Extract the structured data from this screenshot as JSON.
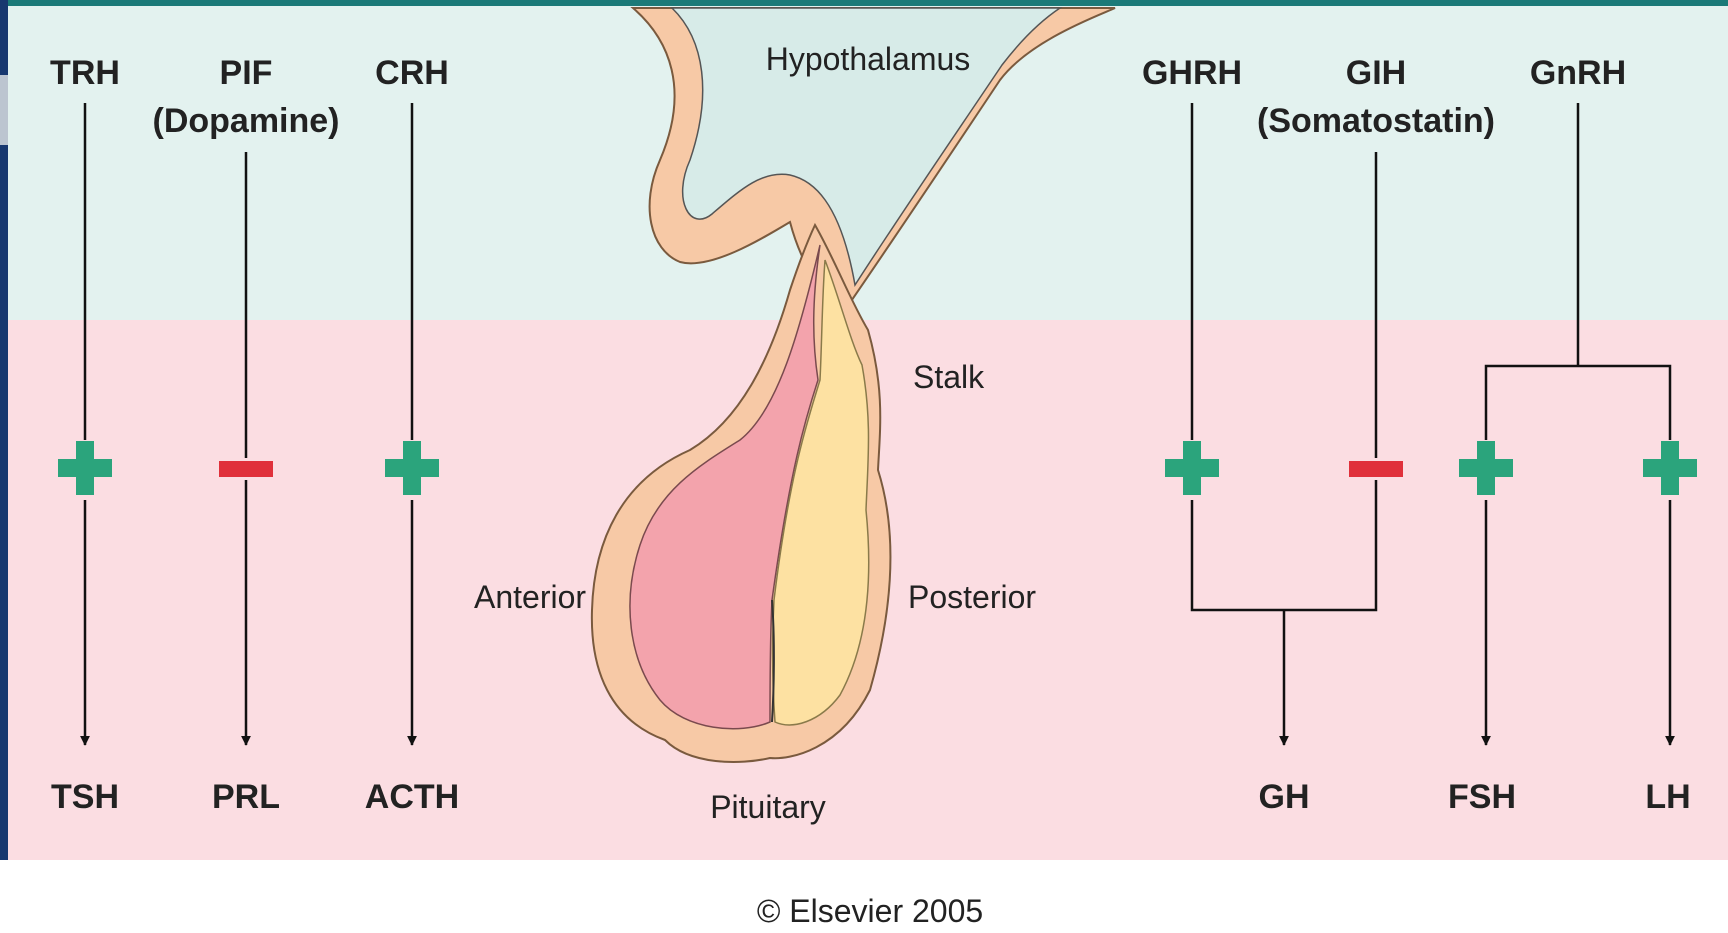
{
  "colors": {
    "hypothalamus_region": "#e3f2ef",
    "pituitary_region": "#fbdde2",
    "stimulate": "#2ba47c",
    "inhibit": "#e0303b",
    "border_left": "#17386f",
    "border_top": "#1b7a78",
    "anterior_lobe": "#f3a3ac",
    "posterior_lobe": "#fde1a2",
    "tissue": "#f7c9a6"
  },
  "regions": {
    "hypothalamus": "Hypothalamus",
    "stalk": "Stalk",
    "anterior": "Anterior",
    "posterior": "Posterior",
    "pituitary": "Pituitary"
  },
  "hormones": {
    "trh": "TRH",
    "pif": "PIF",
    "pif_note": "(Dopamine)",
    "crh": "CRH",
    "ghrh": "GHRH",
    "gih": "GIH",
    "gih_note": "(Somatostatin)",
    "gnrh": "GnRH",
    "tsh": "TSH",
    "prl": "PRL",
    "acth": "ACTH",
    "gh": "GH",
    "fsh": "FSH",
    "lh": "LH"
  },
  "effects": {
    "trh": "stimulate",
    "pif": "inhibit",
    "crh": "stimulate",
    "ghrh": "stimulate",
    "gih": "inhibit",
    "gnrh_fsh": "stimulate",
    "gnrh_lh": "stimulate"
  },
  "footer": {
    "copyright": "© Elsevier 2005"
  }
}
